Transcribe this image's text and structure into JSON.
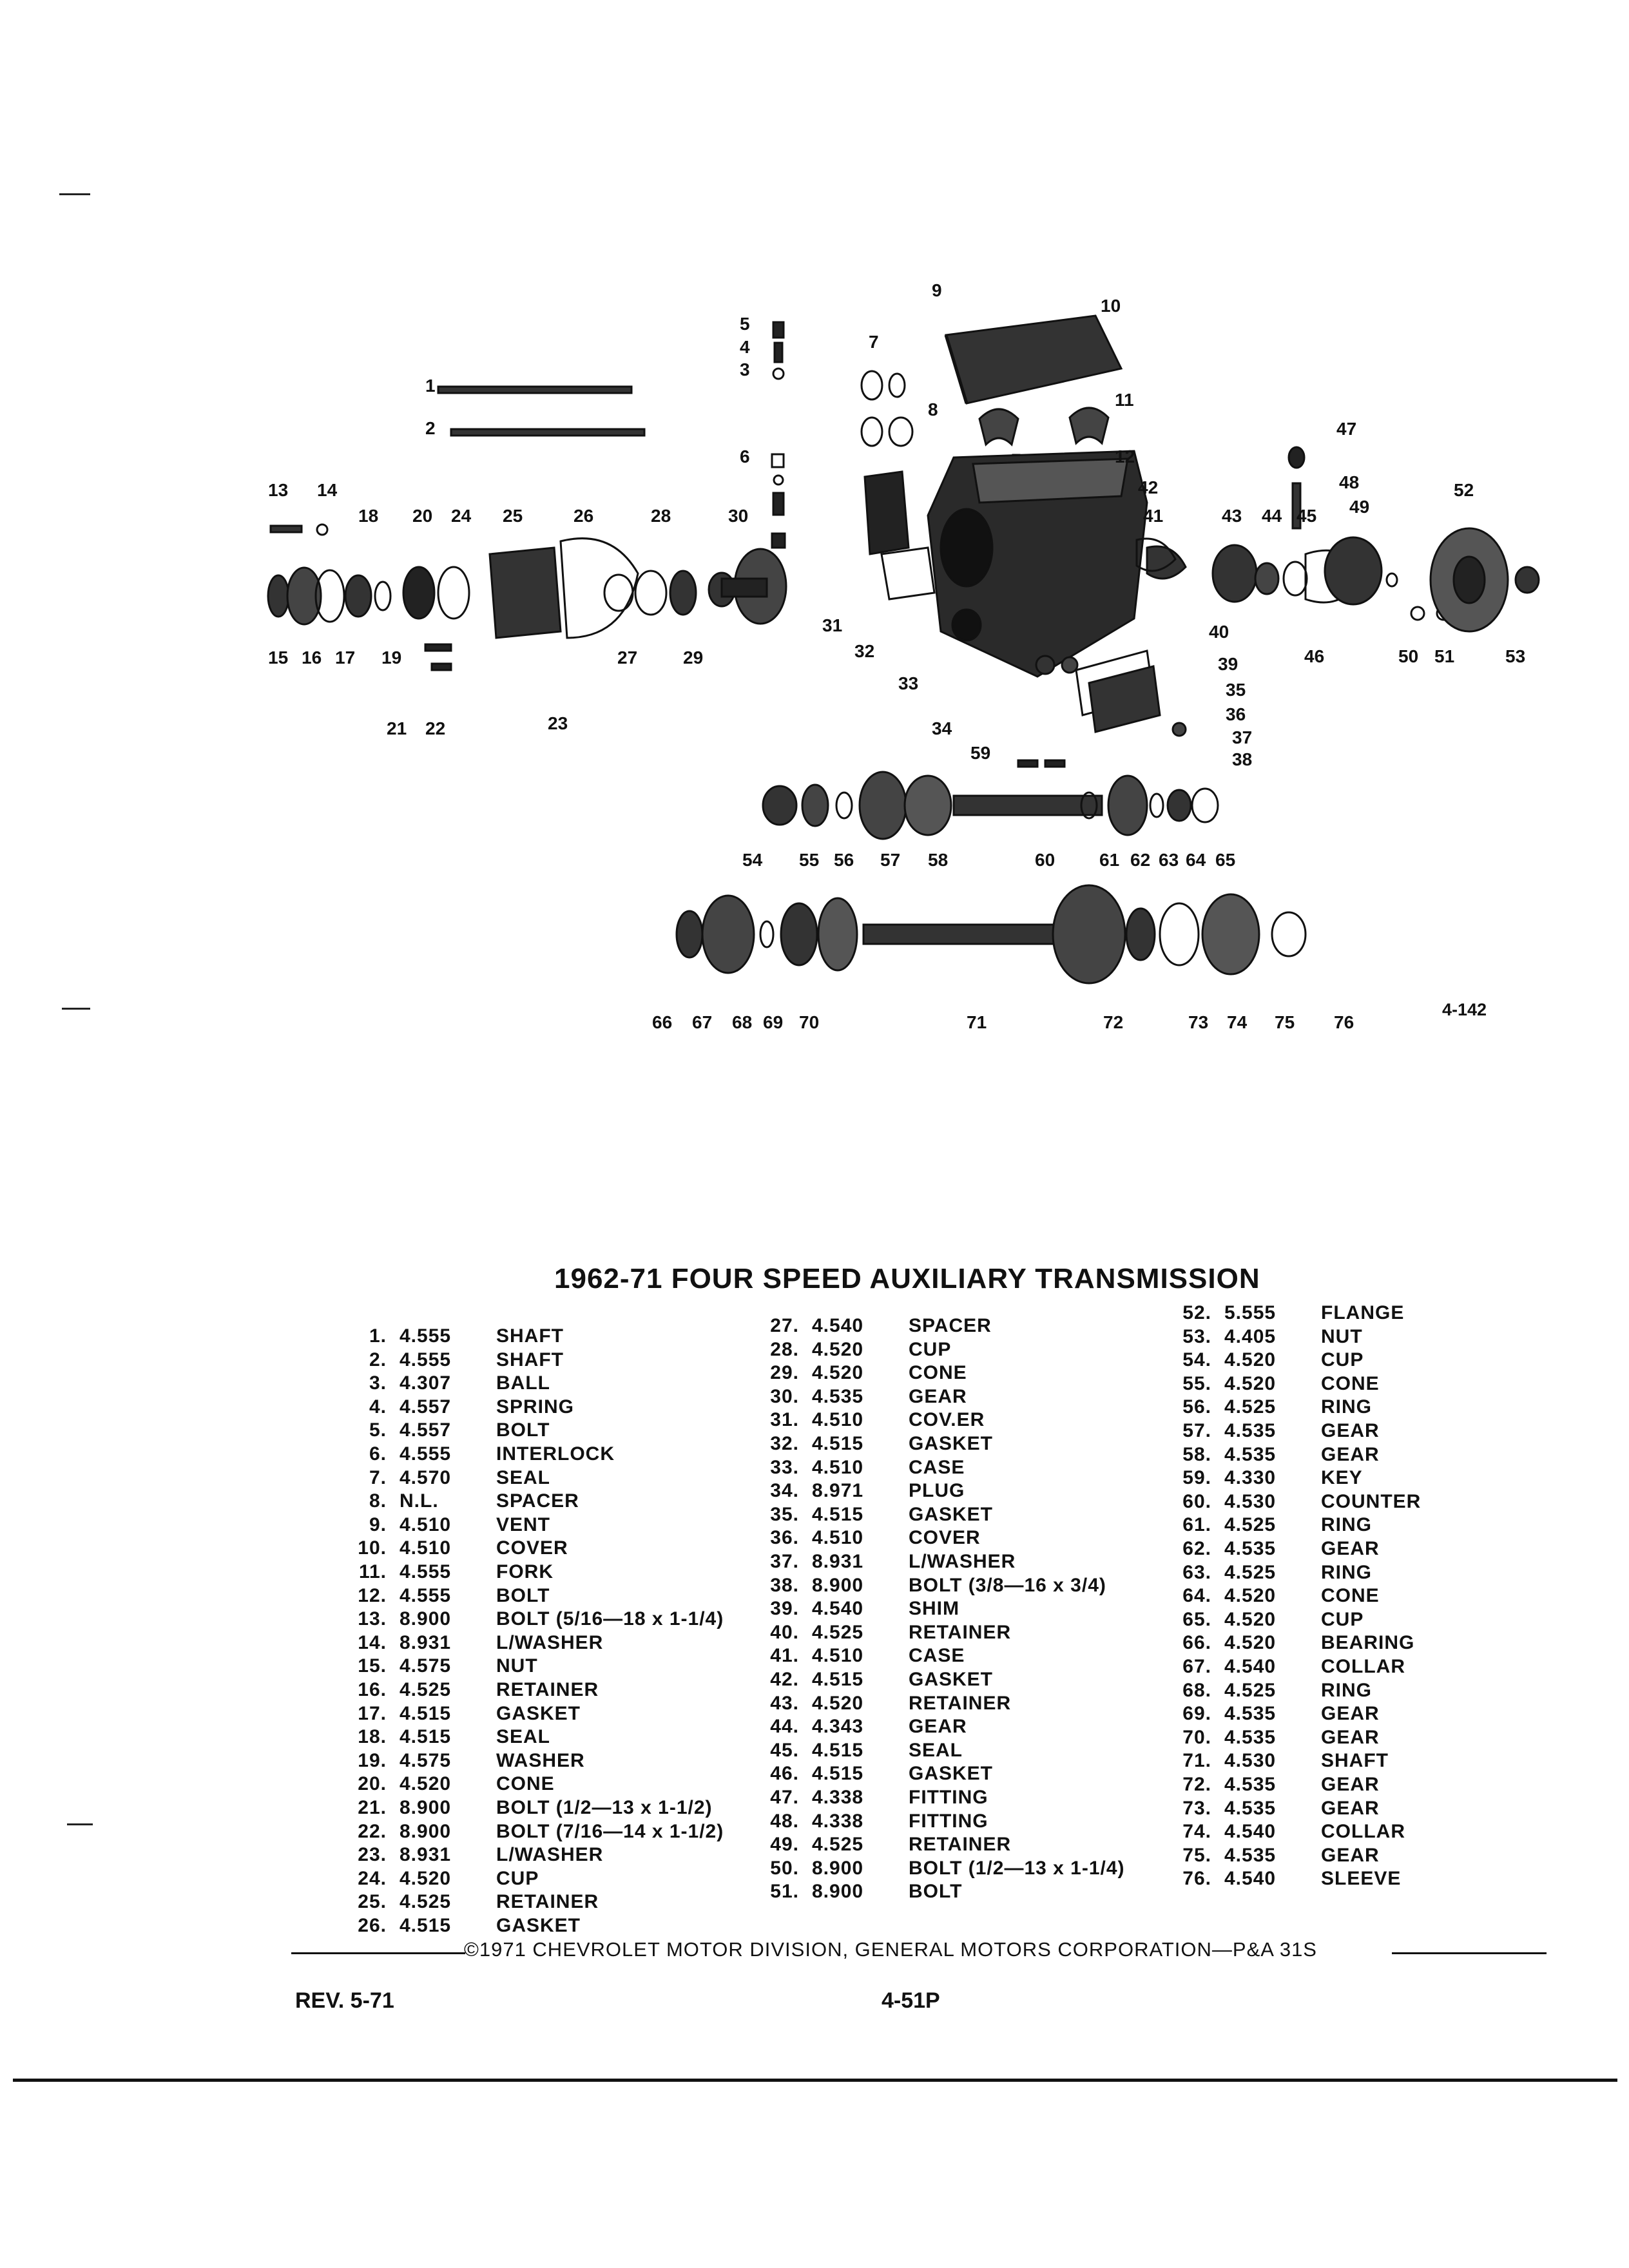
{
  "title": "1962-71 FOUR SPEED AUXILIARY TRANSMISSION",
  "diagram_code": "4-142",
  "callouts": [
    "1",
    "2",
    "3",
    "4",
    "5",
    "6",
    "7",
    "8",
    "9",
    "10",
    "11",
    "12",
    "13",
    "14",
    "15",
    "16",
    "17",
    "18",
    "19",
    "20",
    "21",
    "22",
    "23",
    "24",
    "25",
    "26",
    "27",
    "28",
    "29",
    "30",
    "31",
    "32",
    "33",
    "34",
    "35",
    "36",
    "37",
    "38",
    "39",
    "40",
    "41",
    "42",
    "43",
    "44",
    "45",
    "46",
    "47",
    "48",
    "49",
    "50",
    "51",
    "52",
    "53",
    "54",
    "55",
    "56",
    "57",
    "58",
    "59",
    "60",
    "61",
    "62",
    "63",
    "64",
    "65",
    "66",
    "67",
    "68",
    "69",
    "70",
    "71",
    "72",
    "73",
    "74",
    "75",
    "76"
  ],
  "parts_col1": [
    {
      "n": "1.",
      "code": "4.555",
      "name": "SHAFT"
    },
    {
      "n": "2.",
      "code": "4.555",
      "name": "SHAFT"
    },
    {
      "n": "3.",
      "code": "4.307",
      "name": "BALL"
    },
    {
      "n": "4.",
      "code": "4.557",
      "name": "SPRING"
    },
    {
      "n": "5.",
      "code": "4.557",
      "name": "BOLT"
    },
    {
      "n": "6.",
      "code": "4.555",
      "name": "INTERLOCK"
    },
    {
      "n": "7.",
      "code": "4.570",
      "name": "SEAL"
    },
    {
      "n": "8.",
      "code": "N.L.",
      "name": "SPACER"
    },
    {
      "n": "9.",
      "code": "4.510",
      "name": "VENT"
    },
    {
      "n": "10.",
      "code": "4.510",
      "name": "COVER"
    },
    {
      "n": "11.",
      "code": "4.555",
      "name": "FORK"
    },
    {
      "n": "12.",
      "code": "4.555",
      "name": "BOLT"
    },
    {
      "n": "13.",
      "code": "8.900",
      "name": "BOLT (5/16—18 x 1-1/4)"
    },
    {
      "n": "14.",
      "code": "8.931",
      "name": "L/WASHER"
    },
    {
      "n": "15.",
      "code": "4.575",
      "name": "NUT"
    },
    {
      "n": "16.",
      "code": "4.525",
      "name": "RETAINER"
    },
    {
      "n": "17.",
      "code": "4.515",
      "name": "GASKET"
    },
    {
      "n": "18.",
      "code": "4.515",
      "name": "SEAL"
    },
    {
      "n": "19.",
      "code": "4.575",
      "name": "WASHER"
    },
    {
      "n": "20.",
      "code": "4.520",
      "name": "CONE"
    },
    {
      "n": "21.",
      "code": "8.900",
      "name": "BOLT (1/2—13 x 1-1/2)"
    },
    {
      "n": "22.",
      "code": "8.900",
      "name": "BOLT (7/16—14 x 1-1/2)"
    },
    {
      "n": "23.",
      "code": "8.931",
      "name": "L/WASHER"
    },
    {
      "n": "24.",
      "code": "4.520",
      "name": "CUP"
    },
    {
      "n": "25.",
      "code": "4.525",
      "name": "RETAINER"
    },
    {
      "n": "26.",
      "code": "4.515",
      "name": "GASKET"
    }
  ],
  "parts_col2": [
    {
      "n": "27.",
      "code": "4.540",
      "name": "SPACER"
    },
    {
      "n": "28.",
      "code": "4.520",
      "name": "CUP"
    },
    {
      "n": "29.",
      "code": "4.520",
      "name": "CONE"
    },
    {
      "n": "30.",
      "code": "4.535",
      "name": "GEAR"
    },
    {
      "n": "31.",
      "code": "4.510",
      "name": "COV.ER"
    },
    {
      "n": "32.",
      "code": "4.515",
      "name": "GASKET"
    },
    {
      "n": "33.",
      "code": "4.510",
      "name": "CASE"
    },
    {
      "n": "34.",
      "code": "8.971",
      "name": "PLUG"
    },
    {
      "n": "35.",
      "code": "4.515",
      "name": "GASKET"
    },
    {
      "n": "36.",
      "code": "4.510",
      "name": "COVER"
    },
    {
      "n": "37.",
      "code": "8.931",
      "name": "L/WASHER"
    },
    {
      "n": "38.",
      "code": "8.900",
      "name": "BOLT (3/8—16 x 3/4)"
    },
    {
      "n": "39.",
      "code": "4.540",
      "name": "SHIM"
    },
    {
      "n": "40.",
      "code": "4.525",
      "name": "RETAINER"
    },
    {
      "n": "41.",
      "code": "4.510",
      "name": "CASE"
    },
    {
      "n": "42.",
      "code": "4.515",
      "name": "GASKET"
    },
    {
      "n": "43.",
      "code": "4.520",
      "name": "RETAINER"
    },
    {
      "n": "44.",
      "code": "4.343",
      "name": "GEAR"
    },
    {
      "n": "45.",
      "code": "4.515",
      "name": "SEAL"
    },
    {
      "n": "46.",
      "code": "4.515",
      "name": "GASKET"
    },
    {
      "n": "47.",
      "code": "4.338",
      "name": "FITTING"
    },
    {
      "n": "48.",
      "code": "4.338",
      "name": "FITTING"
    },
    {
      "n": "49.",
      "code": "4.525",
      "name": "RETAINER"
    },
    {
      "n": "50.",
      "code": "8.900",
      "name": "BOLT (1/2—13 x 1-1/4)"
    },
    {
      "n": "51.",
      "code": "8.900",
      "name": "BOLT"
    }
  ],
  "parts_col3": [
    {
      "n": "52.",
      "code": "5.555",
      "name": "FLANGE"
    },
    {
      "n": "53.",
      "code": "4.405",
      "name": "NUT"
    },
    {
      "n": "54.",
      "code": "4.520",
      "name": "CUP"
    },
    {
      "n": "55.",
      "code": "4.520",
      "name": "CONE"
    },
    {
      "n": "56.",
      "code": "4.525",
      "name": "RING"
    },
    {
      "n": "57.",
      "code": "4.535",
      "name": "GEAR"
    },
    {
      "n": "58.",
      "code": "4.535",
      "name": "GEAR"
    },
    {
      "n": "59.",
      "code": "4.330",
      "name": "KEY"
    },
    {
      "n": "60.",
      "code": "4.530",
      "name": "COUNTER"
    },
    {
      "n": "61.",
      "code": "4.525",
      "name": "RING"
    },
    {
      "n": "62.",
      "code": "4.535",
      "name": "GEAR"
    },
    {
      "n": "63.",
      "code": "4.525",
      "name": "RING"
    },
    {
      "n": "64.",
      "code": "4.520",
      "name": "CONE"
    },
    {
      "n": "65.",
      "code": "4.520",
      "name": "CUP"
    },
    {
      "n": "66.",
      "code": "4.520",
      "name": "BEARING"
    },
    {
      "n": "67.",
      "code": "4.540",
      "name": "COLLAR"
    },
    {
      "n": "68.",
      "code": "4.525",
      "name": "RING"
    },
    {
      "n": "69.",
      "code": "4.535",
      "name": "GEAR"
    },
    {
      "n": "70.",
      "code": "4.535",
      "name": "GEAR"
    },
    {
      "n": "71.",
      "code": "4.530",
      "name": "SHAFT"
    },
    {
      "n": "72.",
      "code": "4.535",
      "name": "GEAR"
    },
    {
      "n": "73.",
      "code": "4.535",
      "name": "GEAR"
    },
    {
      "n": "74.",
      "code": "4.540",
      "name": "COLLAR"
    },
    {
      "n": "75.",
      "code": "4.535",
      "name": "GEAR"
    },
    {
      "n": "76.",
      "code": "4.540",
      "name": "SLEEVE"
    }
  ],
  "copyright": "©1971 CHEVROLET MOTOR DIVISION, GENERAL MOTORS CORPORATION—P&A 31S",
  "revision": "REV. 5-71",
  "page_number": "4-51P"
}
